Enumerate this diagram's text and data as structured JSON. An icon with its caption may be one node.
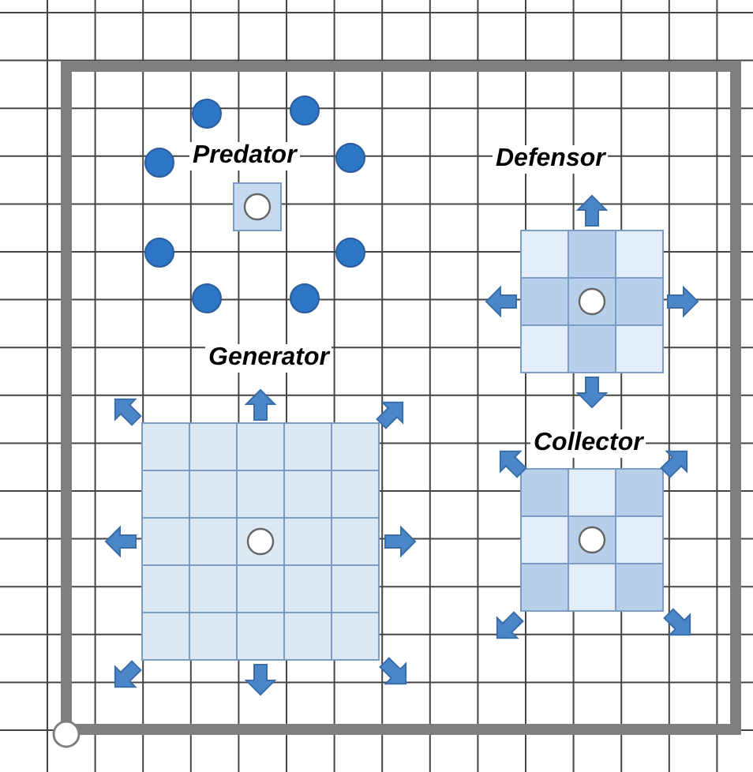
{
  "diagram": {
    "nodes": [
      {
        "text": [
          "Predator"
        ]
      },
      {
        "text": [
          "Defensor"
        ]
      },
      {
        "text": [
          "Generator"
        ]
      },
      {
        "text": [
          "Collector"
        ]
      }
    ]
  }
}
